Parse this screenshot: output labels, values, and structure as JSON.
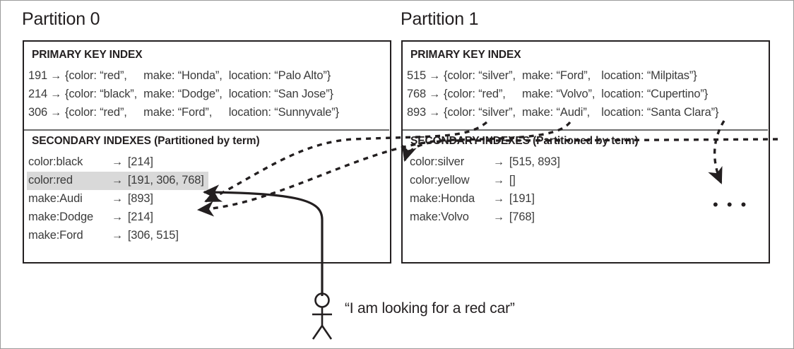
{
  "partitions": [
    {
      "title": "Partition 0",
      "primary_key_index": {
        "heading": "PRIMARY KEY INDEX",
        "rows": [
          {
            "key": "191",
            "arrow": "→",
            "color": "{color: “red”,",
            "make": "make: “Honda”,",
            "location": "location: “Palo Alto”}"
          },
          {
            "key": "214",
            "arrow": "→",
            "color": "{color: “black”,",
            "make": "make: “Dodge”,",
            "location": "location: “San Jose”}"
          },
          {
            "key": "306",
            "arrow": "→",
            "color": "{color: “red”,",
            "make": "make: “Ford”,",
            "location": "location: “Sunnyvale”}"
          }
        ]
      },
      "secondary_indexes": {
        "heading_bold": "SECONDARY INDEXES",
        "heading_suffix": "(Partitioned by term)",
        "rows": [
          {
            "term": "color:black",
            "arrow": "→",
            "postings": "[214]",
            "highlighted": false
          },
          {
            "term": "color:red",
            "arrow": "→",
            "postings": "[191, 306, 768]",
            "highlighted": true
          },
          {
            "term": "make:Audi",
            "arrow": "→",
            "postings": "[893]",
            "highlighted": false
          },
          {
            "term": "make:Dodge",
            "arrow": "→",
            "postings": "[214]",
            "highlighted": false
          },
          {
            "term": "make:Ford",
            "arrow": "→",
            "postings": "[306, 515]",
            "highlighted": false
          }
        ]
      }
    },
    {
      "title": "Partition 1",
      "primary_key_index": {
        "heading": "PRIMARY KEY INDEX",
        "rows": [
          {
            "key": "515",
            "arrow": "→",
            "color": "{color: “silver”,",
            "make": "make: “Ford”,",
            "location": "location: “Milpitas”}"
          },
          {
            "key": "768",
            "arrow": "→",
            "color": "{color: “red”,",
            "make": "make: “Volvo”,",
            "location": "location: “Cupertino”}"
          },
          {
            "key": "893",
            "arrow": "→",
            "color": "{color: “silver”,",
            "make": "make: “Audi”,",
            "location": "location: “Santa Clara”}"
          }
        ]
      },
      "secondary_indexes": {
        "heading_bold": "SECONDARY INDEXES",
        "heading_suffix": "(Partitioned by term)",
        "rows": [
          {
            "term": "color:silver",
            "arrow": "→",
            "postings": "[515, 893]",
            "highlighted": false
          },
          {
            "term": "color:yellow",
            "arrow": "→",
            "postings": "[]",
            "highlighted": false
          },
          {
            "term": "make:Honda",
            "arrow": "→",
            "postings": "[191]",
            "highlighted": false
          },
          {
            "term": "make:Volvo",
            "arrow": "→",
            "postings": "[768]",
            "highlighted": false
          }
        ]
      },
      "ellipsis": "• • •"
    }
  ],
  "user": {
    "query_text": "“I am looking for a red car”"
  },
  "colors": {
    "ink": "#231f20",
    "text": "#3b3b3b",
    "highlight": "#d9d9d9",
    "divider": "#6e6e6e",
    "frame": "#9b9b9b"
  }
}
